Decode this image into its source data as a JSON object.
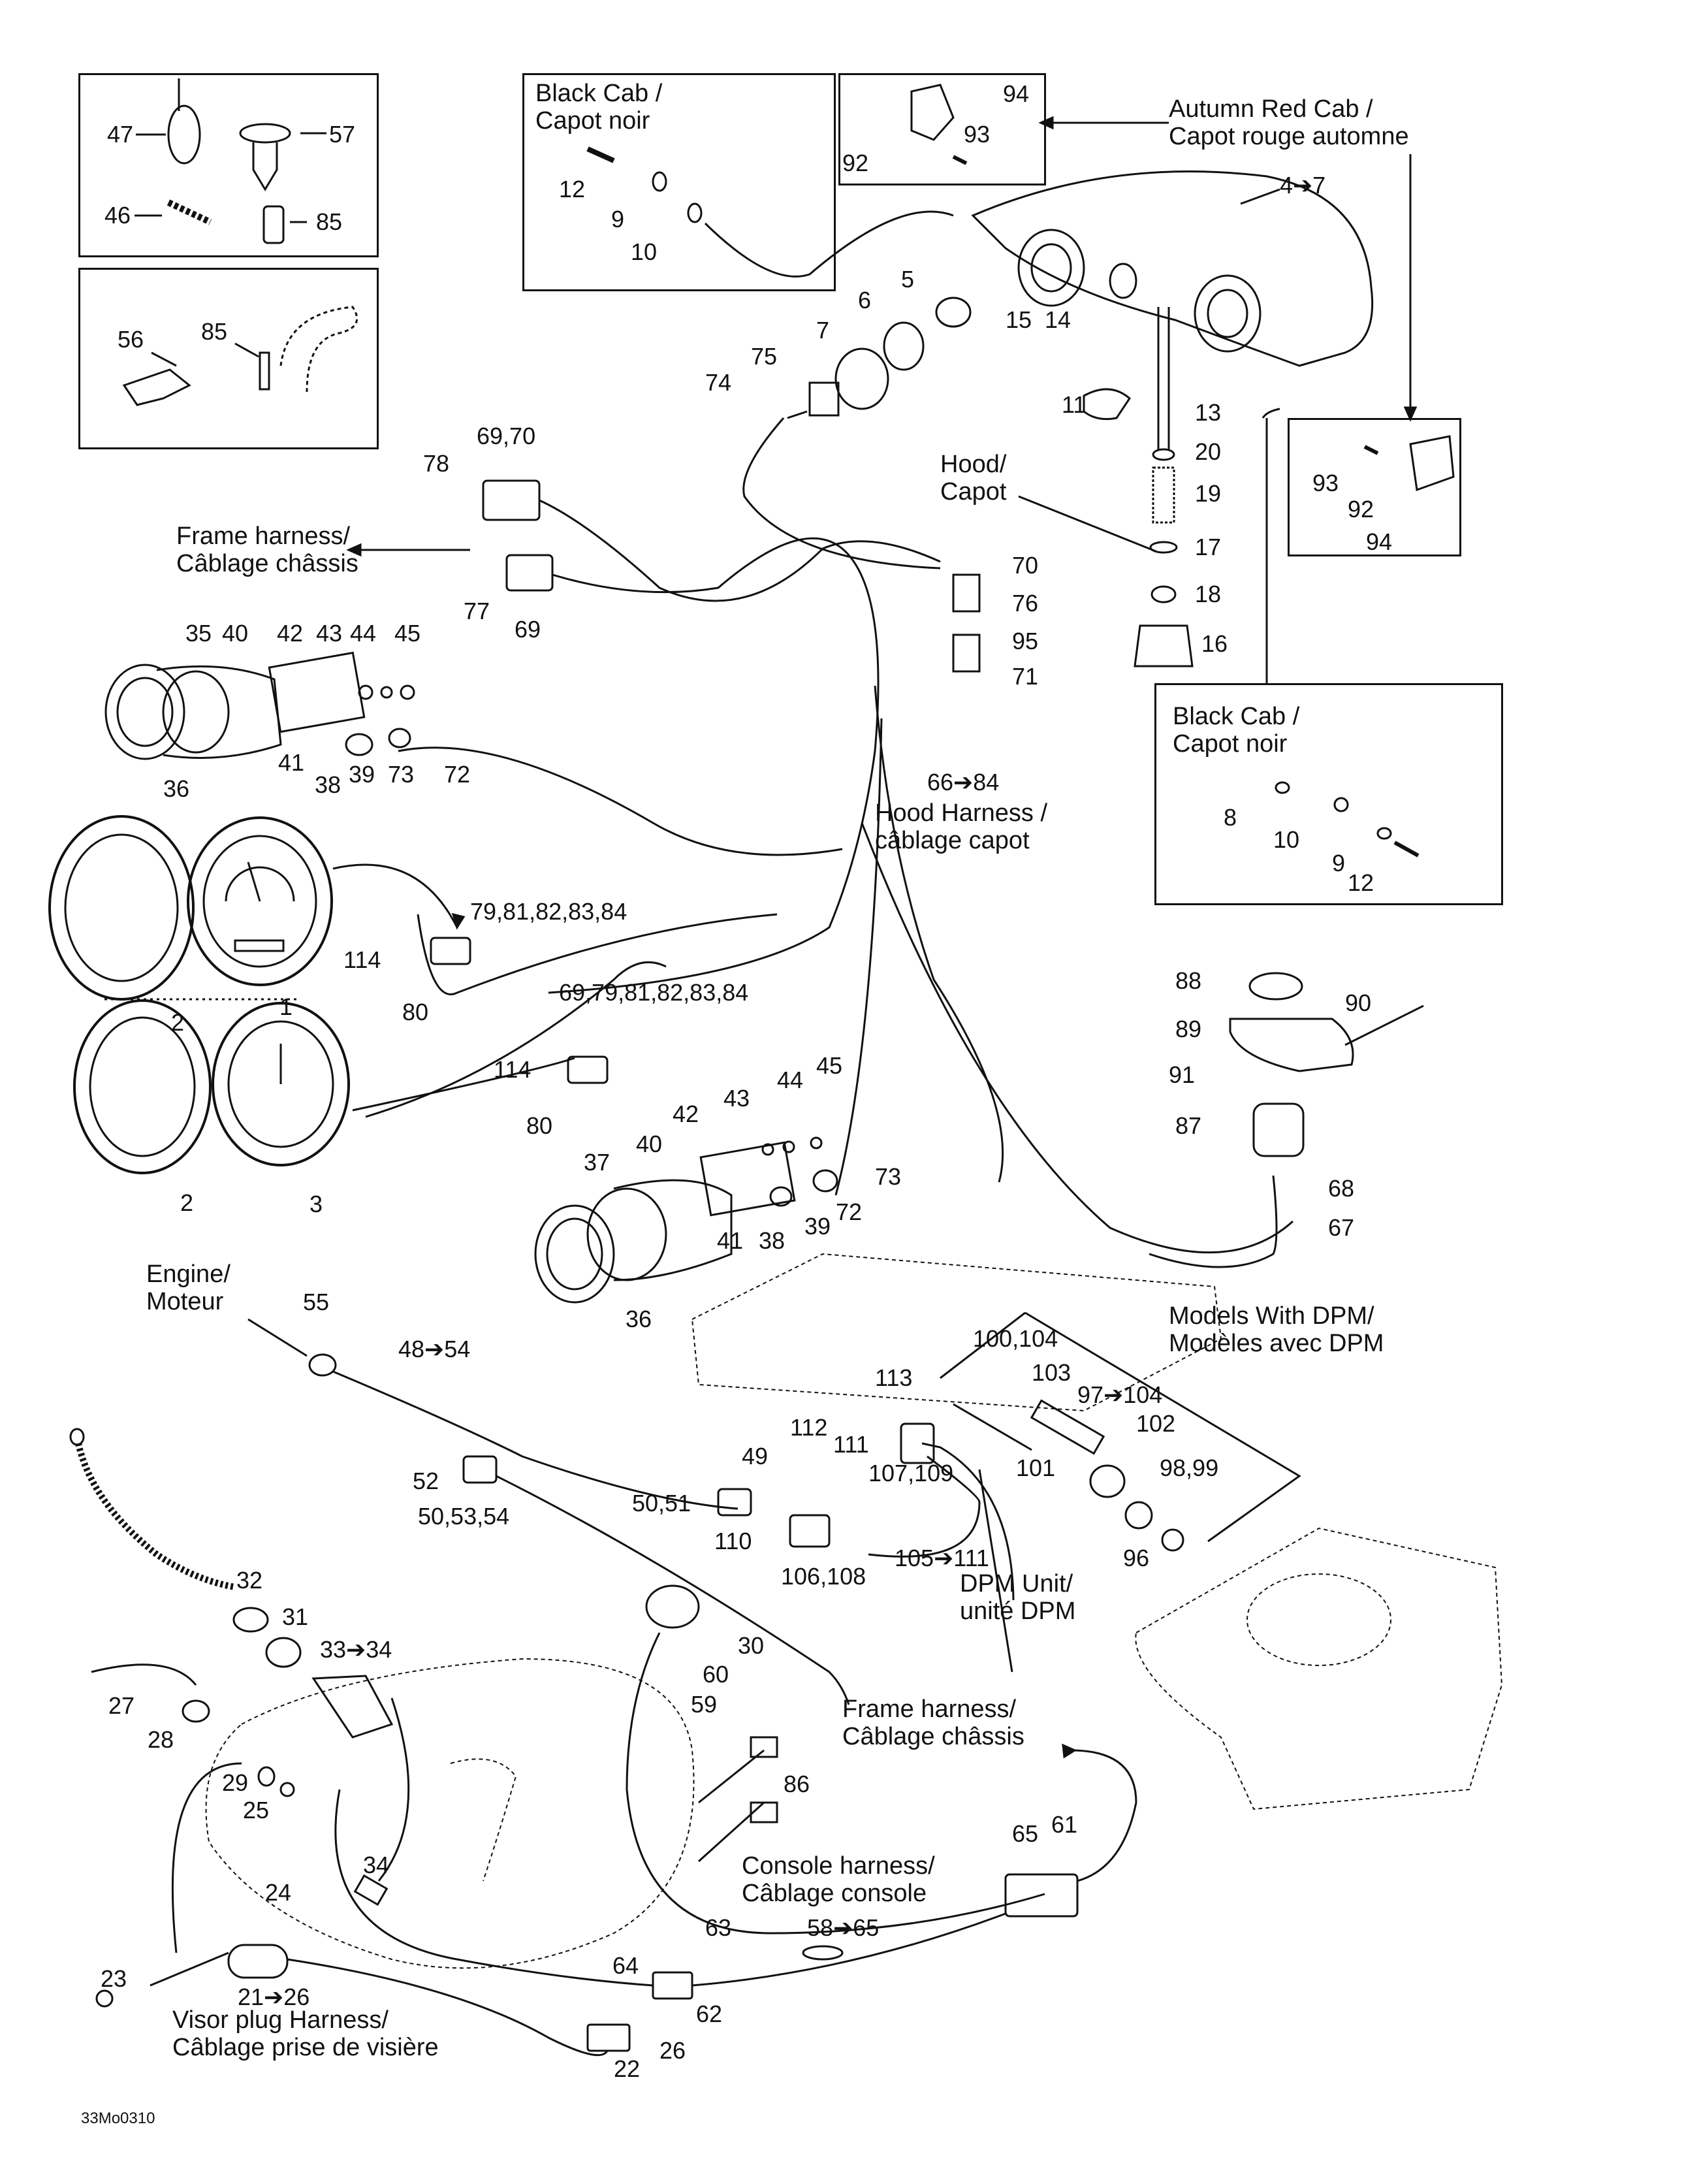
{
  "diagram": {
    "figure_code": "33Mo0310",
    "captions": {
      "black_cab_top": "Black Cab /\nCapot noir",
      "autumn_red_cab": "Autumn Red Cab /\nCapot rouge automne",
      "hood": "Hood/\nCapot",
      "frame_harness_top": "Frame harness/\nCâblage châssis",
      "black_cab_right": "Black Cab /\nCapot noir",
      "hood_harness": "Hood Harness /\ncâblage capot",
      "engine": "Engine/\nMoteur",
      "models_with_dpm": "Models With DPM/\nModèles avec DPM",
      "dpm_unit": "DPM Unit/\nunité DPM",
      "frame_harness_bottom": "Frame harness/\nCâblage châssis",
      "console_harness": "Console harness/\nCâblage console",
      "visor_plug_harness": "Visor plug Harness/\nCâblage prise de visière"
    },
    "callouts": {
      "c47": "47",
      "c57": "57",
      "c46": "46",
      "c85a": "85",
      "c56": "56",
      "c85b": "85",
      "c12a": "12",
      "c9a": "9",
      "c10a": "10",
      "c94a": "94",
      "c93a": "93",
      "c92a": "92",
      "c4to7": "4➔7",
      "c5": "5",
      "c6": "6",
      "c7": "7",
      "c15": "15",
      "c14": "14",
      "c11": "11",
      "c75": "75",
      "c74": "74",
      "c13": "13",
      "c20": "20",
      "c19": "19",
      "c17": "17",
      "c18": "18",
      "c16": "16",
      "c93b": "93",
      "c92b": "92",
      "c94b": "94",
      "c6970a": "69,70",
      "c78": "78",
      "c77": "77",
      "c69a": "69",
      "c70": "70",
      "c76": "76",
      "c95": "95",
      "c71": "71",
      "c35": "35",
      "c40a": "40",
      "c42a": "42",
      "c43a": "43",
      "c44a": "44",
      "c45a": "45",
      "c36a": "36",
      "c41a": "41",
      "c38a": "38",
      "c39a": "39",
      "c73a": "73",
      "c72a": "72",
      "c66to84": "66➔84",
      "c8": "8",
      "c10b": "10",
      "c9b": "9",
      "c12b": "12",
      "c798184": "79,81,82,83,84",
      "c114a": "114",
      "c80a": "80",
      "c2a": "2",
      "c1": "1",
      "c69798184": "69,79,81,82,83,84",
      "c114b": "114",
      "c80b": "80",
      "c2b": "2",
      "c3": "3",
      "c88": "88",
      "c89": "89",
      "c90": "90",
      "c91": "91",
      "c87": "87",
      "c68": "68",
      "c67": "67",
      "c42b": "42",
      "c43b": "43",
      "c44b": "44",
      "c45b": "45",
      "c37": "37",
      "c40b": "40",
      "c73b": "73",
      "c72b": "72",
      "c41b": "41",
      "c38b": "38",
      "c39b": "39",
      "c36b": "36",
      "c55": "55",
      "c48to54": "48➔54",
      "c100104": "100,104",
      "c103": "103",
      "c113": "113",
      "c97to104": "97➔104",
      "c112": "112",
      "c102": "102",
      "c111": "111",
      "c101": "101",
      "c9899": "98,99",
      "c107109": "107,109",
      "c49": "49",
      "c5051": "50,51",
      "c52": "52",
      "c505354": "50,53,54",
      "c110": "110",
      "c106108": "106,108",
      "c105to111": "105➔111",
      "c96": "96",
      "c32": "32",
      "c31": "31",
      "c33to34": "33➔34",
      "c30": "30",
      "c60": "60",
      "c59": "59",
      "c27": "27",
      "c28": "28",
      "c29": "29",
      "c25": "25",
      "c86": "86",
      "c65": "65",
      "c61": "61",
      "c34": "34",
      "c24": "24",
      "c63": "63",
      "c58to65": "58➔65",
      "c64": "64",
      "c62": "62",
      "c23": "23",
      "c21to26": "21➔26",
      "c22": "22",
      "c26": "26"
    }
  }
}
